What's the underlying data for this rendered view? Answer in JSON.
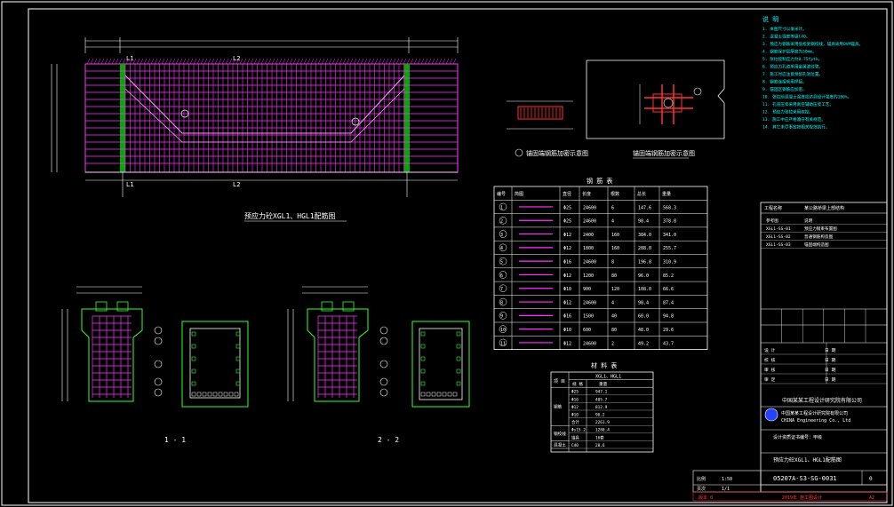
{
  "drawing": {
    "elevation_title": "预应力砼XGL1、HGL1配筋图",
    "section_1_label": "1 - 1",
    "section_2_label": "2 - 2",
    "detail_title": "锚固端钢筋加密示意图",
    "dim_l1": "L1",
    "dim_l2": "L2"
  },
  "notes": {
    "title": "说 明",
    "lines": [
      "1. 本图尺寸以毫米计。",
      "2. 混凝土强度等级C40。",
      "3. 预应力钢筋采用低松弛钢绞线，锚具采用OVM锚具。",
      "4. 钢筋保护层厚度为30mm。",
      "5. 张拉控制应力为0.75fptk。",
      "6. 预应力孔道采用金属波纹管。",
      "7. 施工时应注意预留孔洞位置。",
      "8. 钢筋连接采用焊接。",
      "9. 锚固区钢筋应加密。",
      "10. 张拉前混凝土强度应达到设计强度的100%。",
      "11. 孔道压浆采用真空辅助压浆工艺。",
      "12. 预应力张拉采用双控。",
      "13. 施工中应严格遵守有关规范。",
      "14. 其它未尽事宜按相关规范执行。"
    ]
  },
  "rebar_table": {
    "caption": "钢 筋 表",
    "headers": [
      "编号",
      "简图",
      "直径",
      "长度",
      "根数",
      "总长",
      "重量"
    ],
    "rows": [
      [
        "1",
        "",
        "Φ25",
        "24600",
        "6",
        "147.6",
        "568.3"
      ],
      [
        "2",
        "",
        "Φ25",
        "24600",
        "4",
        "98.4",
        "378.8"
      ],
      [
        "3",
        "",
        "Φ12",
        "2400",
        "160",
        "384.0",
        "341.0"
      ],
      [
        "4",
        "",
        "Φ12",
        "1800",
        "160",
        "288.0",
        "255.7"
      ],
      [
        "5",
        "",
        "Φ16",
        "24600",
        "8",
        "196.8",
        "310.9"
      ],
      [
        "6",
        "",
        "Φ12",
        "1200",
        "80",
        "96.0",
        "85.2"
      ],
      [
        "7",
        "",
        "Φ10",
        "900",
        "120",
        "108.0",
        "66.6"
      ],
      [
        "8",
        "",
        "Φ12",
        "24600",
        "4",
        "98.4",
        "87.4"
      ],
      [
        "9",
        "",
        "Φ16",
        "1500",
        "40",
        "60.0",
        "94.8"
      ],
      [
        "10",
        "",
        "Φ10",
        "600",
        "80",
        "48.0",
        "29.6"
      ],
      [
        "11",
        "",
        "Φ12",
        "24600",
        "2",
        "49.2",
        "43.7"
      ]
    ]
  },
  "material_table": {
    "caption": "材 料 表",
    "header_left": "项 目",
    "header_right": "XGL1、HGL1",
    "sub_headers": [
      "规 格",
      "重量"
    ],
    "groups": [
      {
        "name": "钢筋",
        "rows": [
          [
            "Φ25",
            "947.1"
          ],
          [
            "Φ16",
            "405.7"
          ],
          [
            "Φ12",
            "812.9"
          ],
          [
            "Φ10",
            "96.2"
          ],
          [
            "合计",
            "2261.9"
          ]
        ]
      },
      {
        "name": "钢绞线",
        "rows": [
          [
            "Φs15.2",
            "1280.4"
          ],
          [
            "锚具",
            "16套"
          ]
        ]
      },
      {
        "name": "混凝土",
        "rows": [
          [
            "C40",
            "28.6"
          ]
        ]
      }
    ]
  },
  "title_block": {
    "project_label": "工程名称",
    "project_value": "某公路桥梁上部结构",
    "refs": [
      [
        "参考图",
        "说明"
      ],
      [
        "XGL1-SS-01",
        "预应力钢束布置图"
      ],
      [
        "XGL1-SS-02",
        "普通钢筋构造图"
      ],
      [
        "XGL1-SS-03",
        "锚固端构造图"
      ]
    ],
    "sign_rows": [
      [
        "设 计",
        "",
        "日 期",
        ""
      ],
      [
        "校 核",
        "",
        "日 期",
        ""
      ],
      [
        "审 核",
        "",
        "日 期",
        ""
      ],
      [
        "审 定",
        "",
        "日 期",
        ""
      ]
    ],
    "company_cn": "中国某某工程设计研究院有限公司",
    "company_en": "CHINA Engineering Co., Ltd",
    "license": "设计资质证书编号：甲级",
    "drawing_name": "预应力砼XGL1、HGL1配筋图",
    "drawing_number": "05207A-S3-SG-0031",
    "revision": "0",
    "scale_label": "比例",
    "scale_value": "1:50",
    "sheet_label": "页次",
    "sheet_value": "1/1",
    "footer_left": "版本 0",
    "footer_mid": "2019年 施工图设计",
    "footer_right": "A2"
  },
  "colors": {
    "rebar": "#ff33ff",
    "frame": "#ffffff",
    "section_outline": "#33ff33",
    "note_text": "#00ffff",
    "accent": "#ff3333"
  }
}
